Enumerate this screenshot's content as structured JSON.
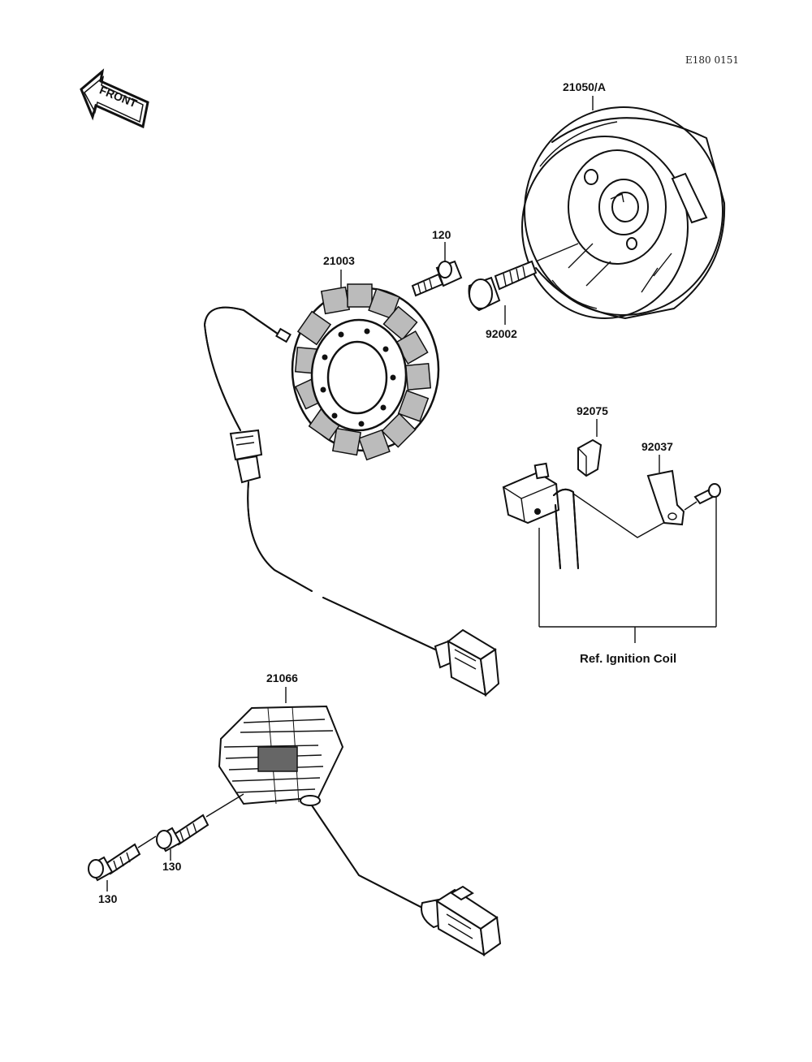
{
  "diagram": {
    "code": "E180 0151",
    "front": "FRONT",
    "ref_note": "Ref. Ignition Coil",
    "parts": {
      "flywheel": "21050/A",
      "stator": "21003",
      "stator_bolt": "120",
      "flywheel_bolt": "92002",
      "pulser_clamp": "92075",
      "pulser_bracket": "92037",
      "regulator": "21066",
      "reg_bolt_a": "130",
      "reg_bolt_b": "130"
    }
  }
}
